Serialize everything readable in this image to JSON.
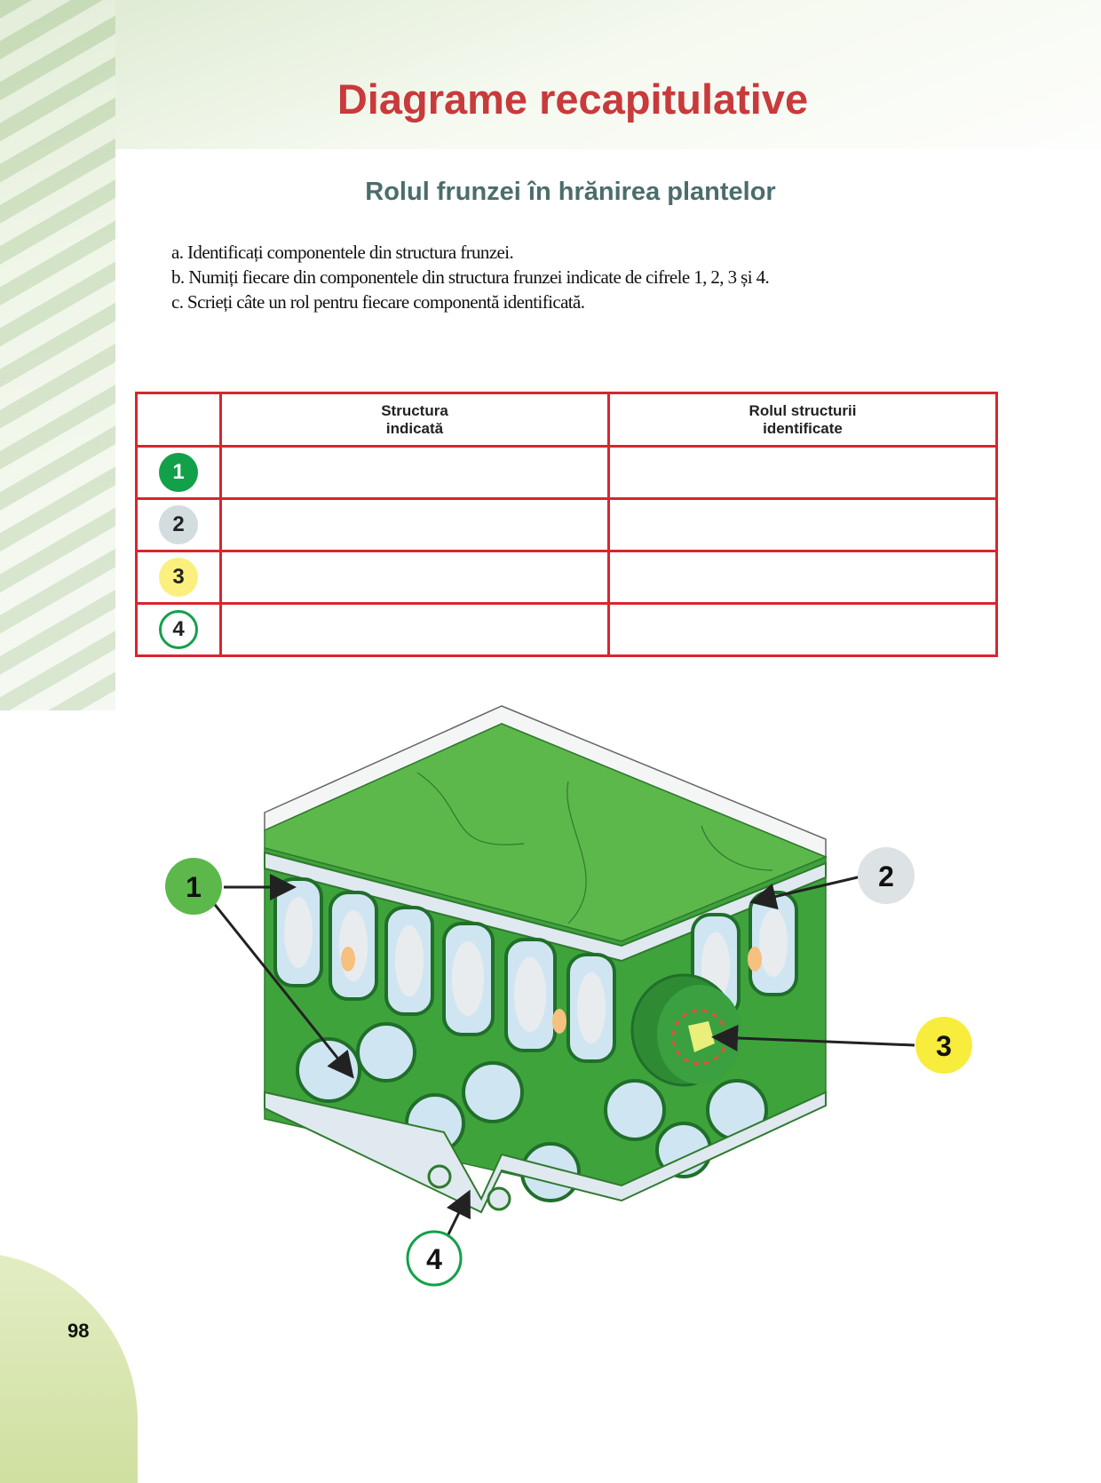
{
  "page": {
    "title": "Diagrame recapitulative",
    "subtitle": "Rolul frunzei în hrănirea plantelor",
    "page_number": "98"
  },
  "instructions": [
    "a. Identificați componentele din structura frunzei.",
    "b. Numiți fiecare din componentele din structura frunzei indicate de cifrele 1, 2, 3 și 4.",
    "c. Scrieți câte un rol pentru fiecare componentă identificată."
  ],
  "table": {
    "headers": [
      "",
      "Structura indicată",
      "Rolul structurii identificate"
    ],
    "header_lines": {
      "col1": [
        "Structura",
        "indicată"
      ],
      "col2": [
        "Rolul structurii",
        "identificate"
      ]
    },
    "rows": [
      {
        "num": "1",
        "structure": "",
        "role": ""
      },
      {
        "num": "2",
        "structure": "",
        "role": ""
      },
      {
        "num": "3",
        "structure": "",
        "role": ""
      },
      {
        "num": "4",
        "structure": "",
        "role": ""
      }
    ]
  },
  "diagram": {
    "labels": [
      "1",
      "2",
      "3",
      "4"
    ]
  },
  "colors": {
    "title": "#c83a3b",
    "subtitle": "#4b6d6c",
    "table_border": "#d8262e",
    "badge1": "#13a04a",
    "badge2": "#d3dde0",
    "badge3": "#fbf07e",
    "badge4_outline": "#13a04a",
    "leaf_green": "#5cb84a"
  }
}
